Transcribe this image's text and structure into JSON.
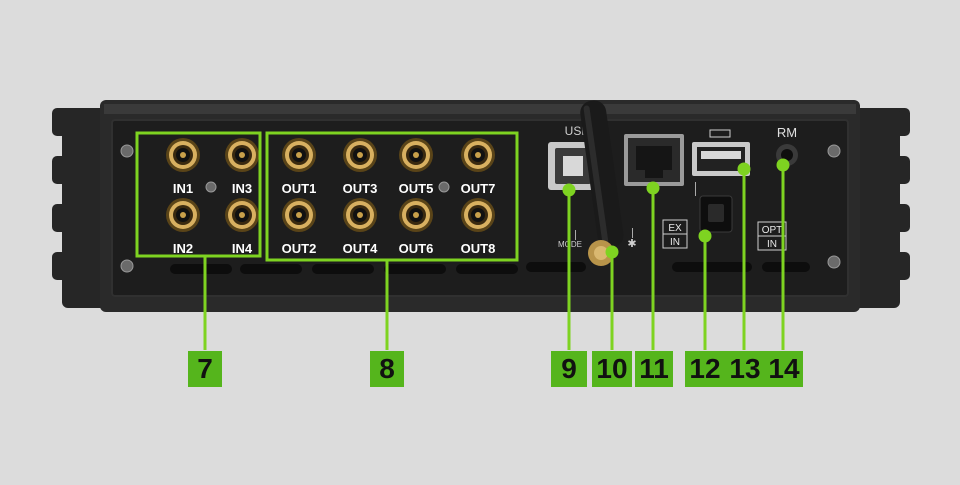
{
  "device": {
    "input_labels": [
      "IN1",
      "IN3",
      "IN2",
      "IN4"
    ],
    "output_labels": [
      "OUT1",
      "OUT3",
      "OUT5",
      "OUT7",
      "OUT2",
      "OUT4",
      "OUT6",
      "OUT8"
    ],
    "usb_label": "USB",
    "mode_label": "MODE",
    "bluetooth_symbol": "✱",
    "rm_label": "RM",
    "ex_in_label": [
      "EX",
      "IN"
    ],
    "opt_in_label": [
      "OPT",
      "IN"
    ]
  },
  "callouts": [
    {
      "number": "7"
    },
    {
      "number": "8"
    },
    {
      "number": "9"
    },
    {
      "number": "10"
    },
    {
      "number": "11"
    },
    {
      "number": "12"
    },
    {
      "number": "13"
    },
    {
      "number": "14"
    }
  ],
  "colors": {
    "background": "#dcdcdc",
    "chassis": "#2a2a2a",
    "panel": "#1c1c1c",
    "highlight_green": "#7ed321",
    "callout_green": "#55b51c",
    "rca_gold": "#c8a04a"
  }
}
